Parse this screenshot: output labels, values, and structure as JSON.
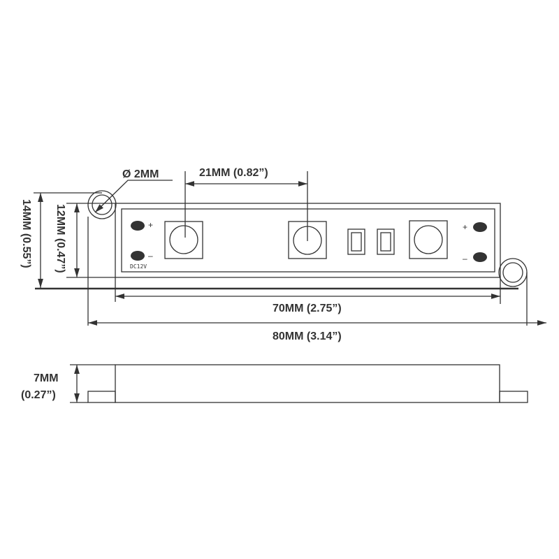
{
  "dimensions": {
    "hole": "Ø 2MM",
    "led_spacing": "21MM (0.82”)",
    "height_outer": "14MM (0.55”)",
    "height_inner": "12MM (0.47”)",
    "length_body": "70MM (2.75”)",
    "length_total": "80MM (3.14”)",
    "thickness_mm": "7MM",
    "thickness_in": "(0.27”)"
  },
  "module": {
    "voltage": "DC12V",
    "plus": "+",
    "minus": "–"
  },
  "colors": {
    "line": "#333333",
    "background": "#ffffff"
  }
}
